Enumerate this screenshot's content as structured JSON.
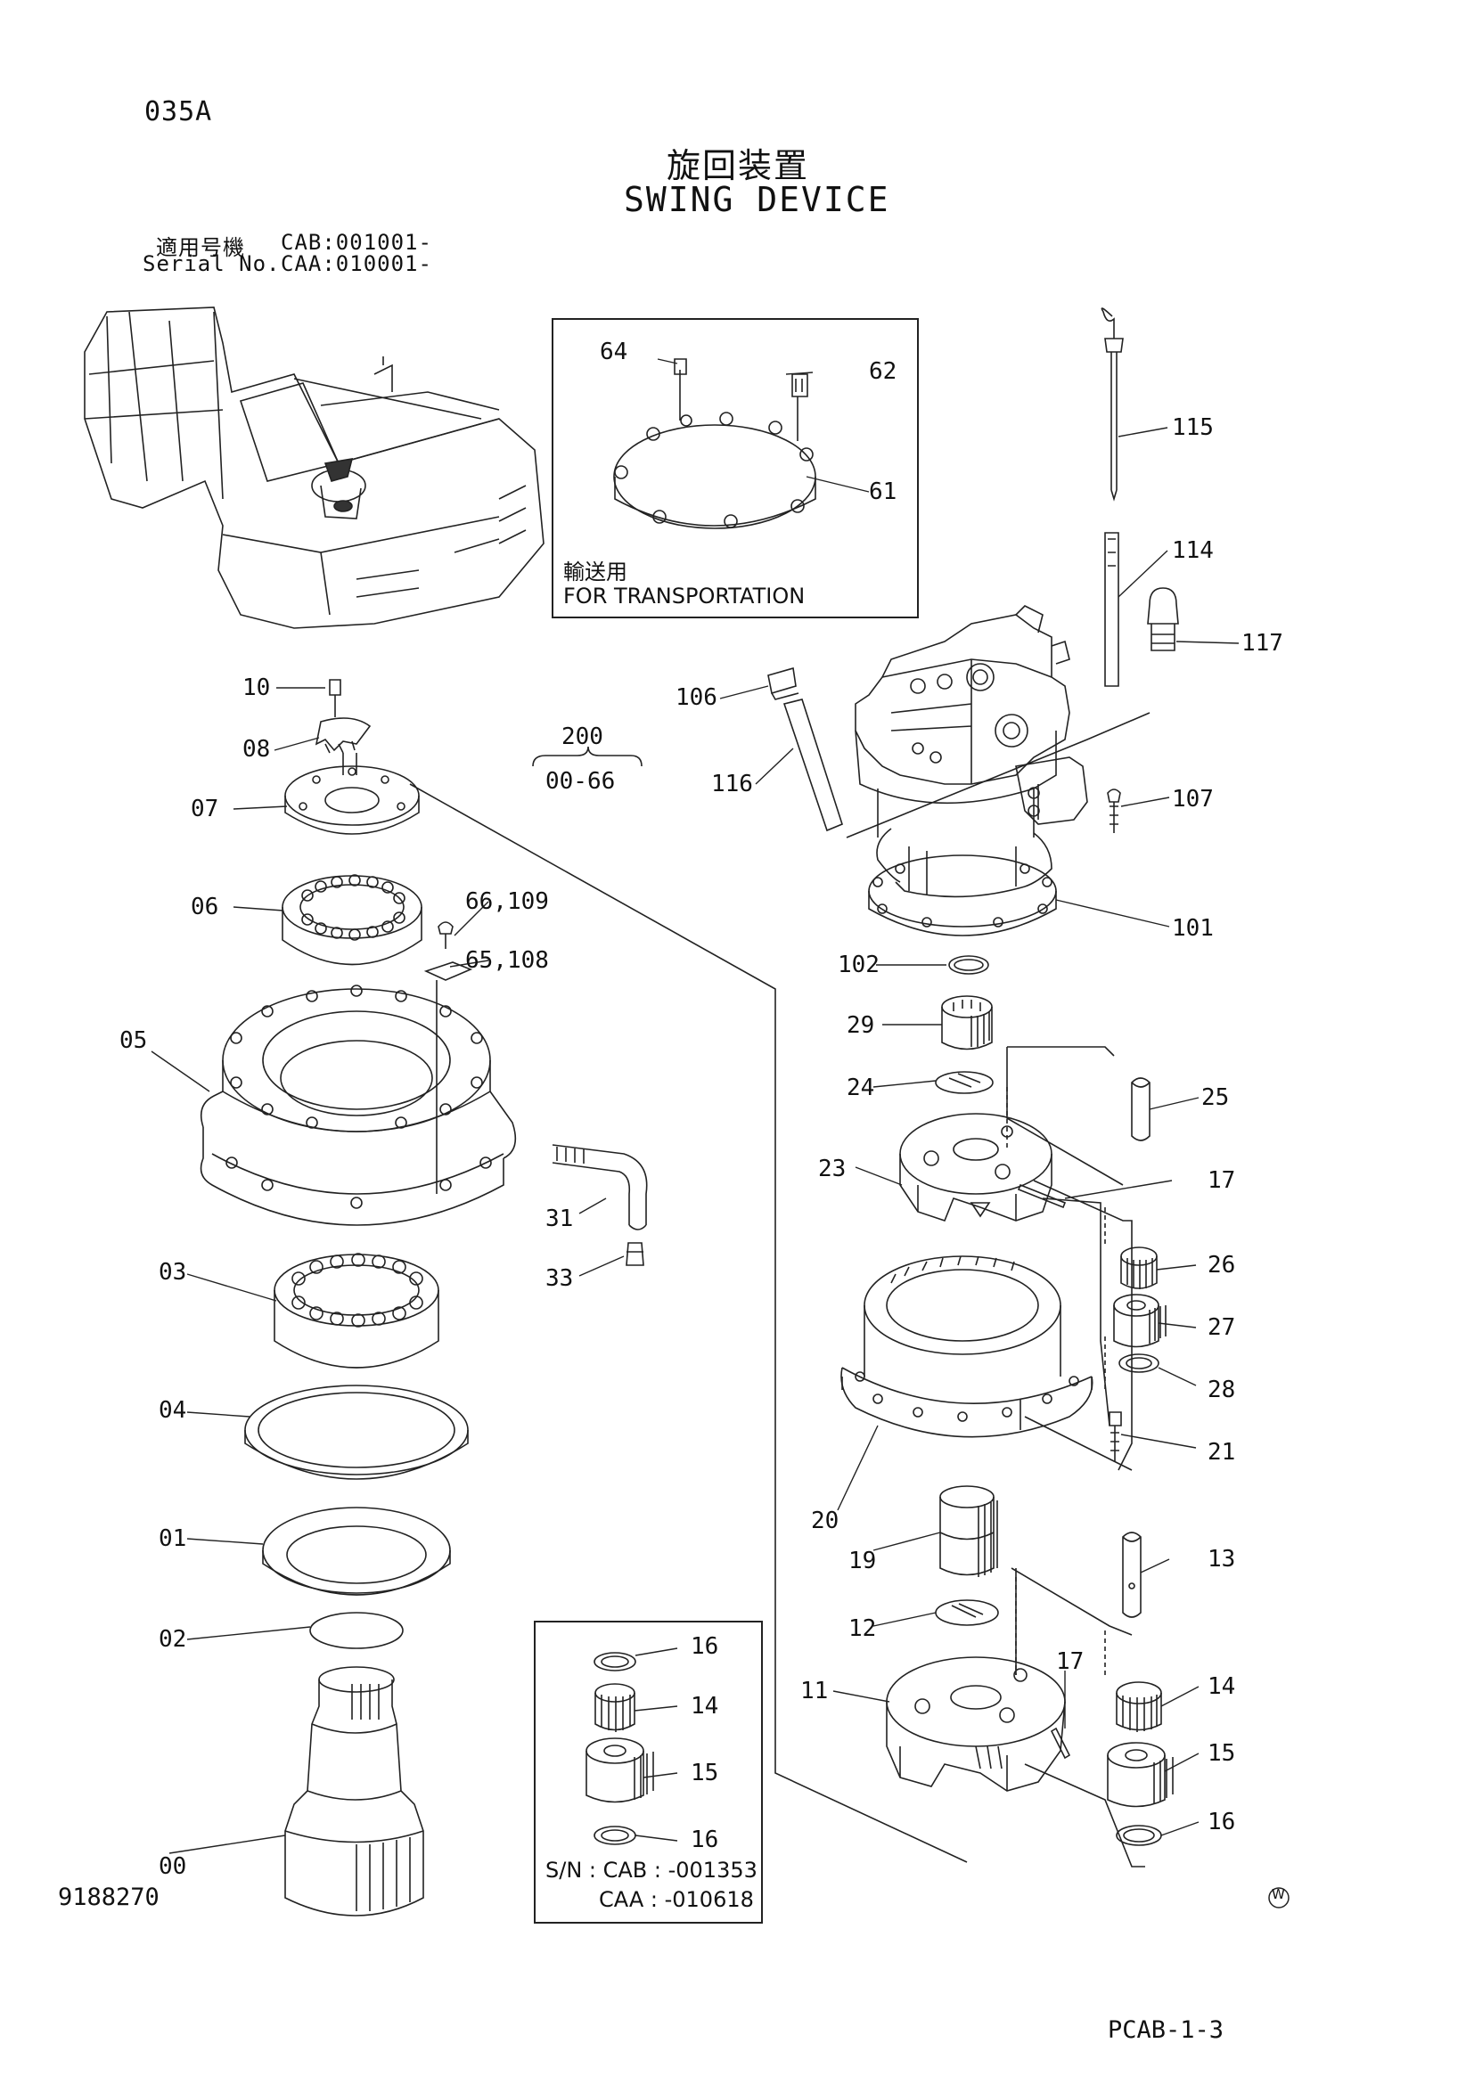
{
  "header": {
    "page_code": "035A",
    "title_jp": "旋回装置",
    "title_en": "SWING DEVICE",
    "serial_jp": "適用号機",
    "serial_en": "Serial No.",
    "serial_cab": "CAB:001001-",
    "serial_caa": "CAA:010001-"
  },
  "inset_transport": {
    "title_jp": "輸送用",
    "title_en": "FOR TRANSPORTATION",
    "callouts": [
      "64",
      "62",
      "61"
    ]
  },
  "reference": {
    "number": "200",
    "sheet": "00-66"
  },
  "callouts": [
    "10",
    "08",
    "07",
    "06",
    "66,109",
    "65,108",
    "05",
    "31",
    "33",
    "03",
    "04",
    "01",
    "02",
    "00",
    "115",
    "114",
    "117",
    "106",
    "116",
    "107",
    "101",
    "102",
    "29",
    "24",
    "25",
    "23",
    "17",
    "26",
    "27",
    "28",
    "21",
    "20",
    "19",
    "13",
    "12",
    "11",
    "17",
    "14",
    "15",
    "16"
  ],
  "inset_sn": {
    "callouts": [
      "16",
      "14",
      "15",
      "16"
    ],
    "sn_prefix": "S/N : CAB : -001353",
    "sn_caa": "CAA : -010618"
  },
  "footer": {
    "drawing_no": "9188270",
    "mark": "W",
    "page_ref": "PCAB-1-3"
  }
}
